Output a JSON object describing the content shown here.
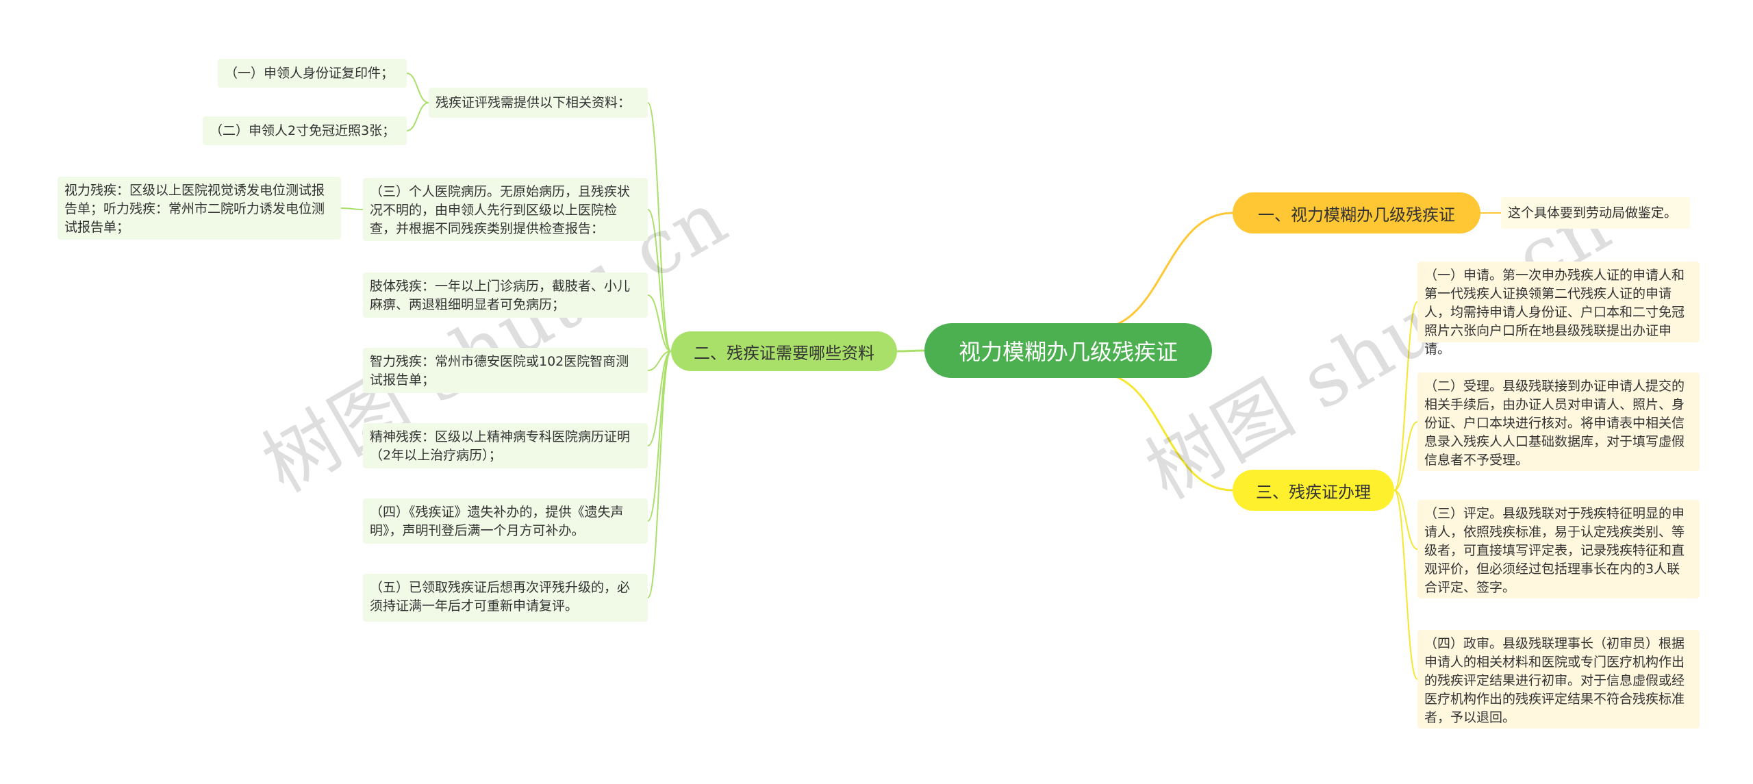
{
  "root": {
    "label": "视力模糊办几级残疾证"
  },
  "branches": {
    "left": {
      "label": "二、残疾证需要哪些资料",
      "items": {
        "materials_header": "残疾证评残需提供以下相关资料：",
        "id_copy": "（一）申领人身份证复印件；",
        "photo": "（二）申领人2寸免冠近照3张；",
        "medical_history": "（三）个人医院病历。无原始病历，且残疾状况不明的，由申领人先行到区级以上医院检查，并根据不同残疾类别提供检查报告：",
        "vision_hearing": "视力残疾：区级以上医院视觉诱发电位测试报告单；听力残疾：常州市二院听力诱发电位测试报告单；",
        "physical": "肢体残疾：一年以上门诊病历，截肢者、小儿麻痹、两退粗细明显者可免病历；",
        "intellectual": "智力残疾：常州市德安医院或102医院智商测试报告单；",
        "mental": "精神残疾：区级以上精神病专科医院病历证明（2年以上治疗病历）；",
        "lost": "（四）《残疾证》遗失补办的，提供《遗失声明》，声明刊登后满一个月方可补办。",
        "upgrade": "（五）已领取残疾证后想再次评残升级的，必须持证满一年后才可重新申请复评。"
      }
    },
    "right1": {
      "label": "一、视力模糊办几级残疾证",
      "items": {
        "note": "这个具体要到劳动局做鉴定。"
      }
    },
    "right2": {
      "label": "三、残疾证办理",
      "items": {
        "apply": "（一）申请。第一次申办残疾人证的申请人和第一代残疾人证换领第二代残疾人证的申请人，均需持申请人身份证、户口本和二寸免冠照片六张向户口所在地县级残联提出办证申请。",
        "accept": "（二）受理。县级残联接到办证申请人提交的相关手续后，由办证人员对申请人、照片、身份证、户口本块进行核对。将申请表中相关信息录入残疾人人口基础数据库，对于填写虚假信息者不予受理。",
        "assess": "（三）评定。县级残联对于残疾特征明显的申请人，依照残疾标准，易于认定残疾类别、等级者，可直接填写评定表，记录残疾特征和直观评价，但必须经过包括理事长在内的3人联合评定、签字。",
        "review": "（四）政审。县级残联理事长（初审员）根据申请人的相关材料和医院或专门医疗机构作出的残疾评定结果进行初审。对于信息虚假或经医疗机构作出的残疾评定结果不符合残疾标准者，予以退回。"
      }
    }
  },
  "watermark": {
    "text": "树图 shutu.cn"
  },
  "colors": {
    "root": "#4caf50",
    "left_branch": "#a9e06a",
    "right1_branch": "#ffc733",
    "right2_branch": "#fff02e",
    "left_line": "#a9e06a",
    "right1_line": "#ffc733",
    "right2_line": "#f5e62e"
  }
}
